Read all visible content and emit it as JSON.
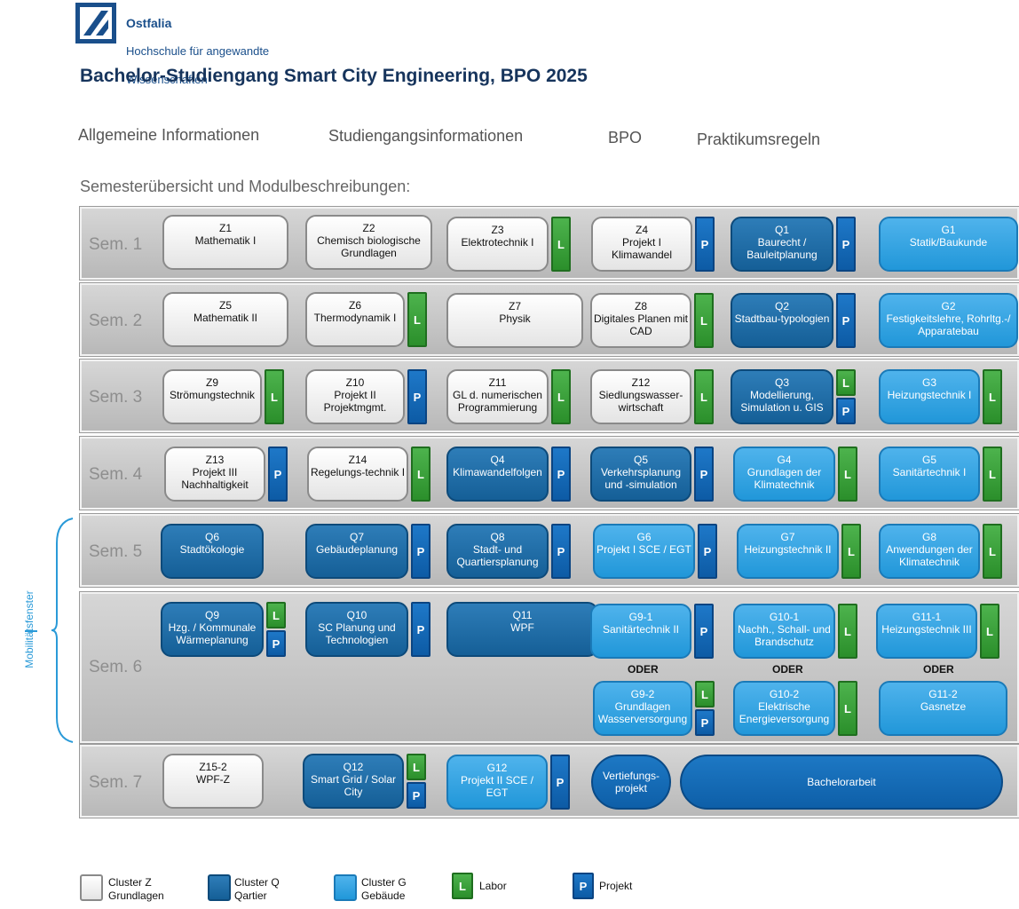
{
  "header": {
    "brand": "Ostfalia",
    "sub1": "Hochschule für angewandte",
    "sub2": "Wissenschaften",
    "title": "Bachelor-Studiengang Smart City Engineering, BPO 2025"
  },
  "nav": [
    "Allgemeine Informationen",
    "Studiengangsinformationen",
    "BPO",
    "Praktikumsregeln"
  ],
  "section_heading": "Semesterübersicht und Modulbeschreibungen:",
  "semesters": [
    "Sem. 1",
    "Sem. 2",
    "Sem. 3",
    "Sem. 4",
    "Sem. 5",
    "Sem. 6",
    "Sem. 7"
  ],
  "modules": [
    {
      "code": "Z1",
      "name": "Mathematik I",
      "cluster": "Z"
    },
    {
      "code": "Z2",
      "name": "Chemisch biologische Grundlagen",
      "cluster": "Z"
    },
    {
      "code": "Z3",
      "name": "Elektrotechnik I",
      "cluster": "Z",
      "badge": "L"
    },
    {
      "code": "Z4",
      "name": "Projekt I Klimawandel",
      "cluster": "Z",
      "badge": "P"
    },
    {
      "code": "Q1",
      "name": "Baurecht / Bauleitplanung",
      "cluster": "Q",
      "badge": "P"
    },
    {
      "code": "G1",
      "name": "Statik/Baukunde",
      "cluster": "G"
    },
    {
      "code": "Z5",
      "name": "Mathematik II",
      "cluster": "Z"
    },
    {
      "code": "Z6",
      "name": "Thermodynamik I",
      "cluster": "Z",
      "badge": "L"
    },
    {
      "code": "Z7",
      "name": "Physik",
      "cluster": "Z"
    },
    {
      "code": "Z8",
      "name": "Digitales Planen mit CAD",
      "cluster": "Z",
      "badge": "L"
    },
    {
      "code": "Q2",
      "name": "Stadtbau-typologien",
      "cluster": "Q",
      "badge": "P"
    },
    {
      "code": "G2",
      "name": "Festigkeitslehre, Rohrltg.-/ Apparatebau",
      "cluster": "G"
    },
    {
      "code": "Z9",
      "name": "Strömungstechnik",
      "cluster": "Z",
      "badge": "L"
    },
    {
      "code": "Z10",
      "name": "Projekt II Projektmgmt.",
      "cluster": "Z",
      "badge": "P"
    },
    {
      "code": "Z11",
      "name": "GL d. numerischen Programmierung",
      "cluster": "Z",
      "badge": "L"
    },
    {
      "code": "Z12",
      "name": "Siedlungswasser-wirtschaft",
      "cluster": "Z",
      "badge": "L"
    },
    {
      "code": "Q3",
      "name": "Modellierung, Simulation u. GIS",
      "cluster": "Q",
      "badge": "LP"
    },
    {
      "code": "G3",
      "name": "Heizungstechnik I",
      "cluster": "G",
      "badge": "L"
    },
    {
      "code": "Z13",
      "name": "Projekt III Nachhaltigkeit",
      "cluster": "Z",
      "badge": "P"
    },
    {
      "code": "Z14",
      "name": "Regelungs-technik I",
      "cluster": "Z",
      "badge": "L"
    },
    {
      "code": "Q4",
      "name": "Klimawandelfolgen",
      "cluster": "Q",
      "badge": "P"
    },
    {
      "code": "Q5",
      "name": "Verkehrsplanung und -simulation",
      "cluster": "Q",
      "badge": "P"
    },
    {
      "code": "G4",
      "name": "Grundlagen der Klimatechnik",
      "cluster": "G",
      "badge": "L"
    },
    {
      "code": "G5",
      "name": "Sanitärtechnik I",
      "cluster": "G",
      "badge": "L"
    },
    {
      "code": "Q6",
      "name": "Stadtökologie",
      "cluster": "Q"
    },
    {
      "code": "Q7",
      "name": "Gebäudeplanung",
      "cluster": "Q",
      "badge": "P"
    },
    {
      "code": "Q8",
      "name": "Stadt- und Quartiersplanung",
      "cluster": "Q",
      "badge": "P"
    },
    {
      "code": "G6",
      "name": "Projekt I SCE / EGT",
      "cluster": "G",
      "badge": "P"
    },
    {
      "code": "G7",
      "name": "Heizungstechnik II",
      "cluster": "G",
      "badge": "L"
    },
    {
      "code": "G8",
      "name": "Anwendungen der Klimatechnik",
      "cluster": "G",
      "badge": "L"
    },
    {
      "code": "Q9",
      "name": "Hzg. / Kommunale Wärmeplanung",
      "cluster": "Q",
      "badge": "LP"
    },
    {
      "code": "Q10",
      "name": "SC Planung und Technologien",
      "cluster": "Q",
      "badge": "P"
    },
    {
      "code": "Q11",
      "name": "WPF",
      "cluster": "Q"
    },
    {
      "code": "G9-1",
      "name": "Sanitärtechnik II",
      "cluster": "G",
      "badge": "P"
    },
    {
      "code": "G10-1",
      "name": "Nachh., Schall- und Brandschutz",
      "cluster": "G",
      "badge": "L"
    },
    {
      "code": "G11-1",
      "name": "Heizungstechnik III",
      "cluster": "G",
      "badge": "L"
    },
    {
      "code": "G9-2",
      "name": "Grundlagen Wasserversorgung",
      "cluster": "G",
      "badge": "LP"
    },
    {
      "code": "G10-2",
      "name": "Elektrische Energieversorgung",
      "cluster": "G",
      "badge": "L"
    },
    {
      "code": "G11-2",
      "name": "Gasnetze",
      "cluster": "G"
    },
    {
      "code": "Z15-2",
      "name": "WPF-Z",
      "cluster": "Z"
    },
    {
      "code": "Q12",
      "name": "Smart Grid / Solar City",
      "cluster": "Q",
      "badge": "LP"
    },
    {
      "code": "G12",
      "name": "Projekt II SCE / EGT",
      "cluster": "G",
      "badge": "P"
    },
    {
      "code": "",
      "name": "Vertiefungs-projekt",
      "cluster": "BA"
    },
    {
      "code": "",
      "name": "Bachelorarbeit",
      "cluster": "BA"
    }
  ],
  "badge_labels": {
    "L": "L",
    "P": "P"
  },
  "oder_label": "ODER",
  "mobility_label": "Mobilitätsfenster",
  "legend": [
    {
      "label": "Cluster Z\nGrundlagen"
    },
    {
      "label": "Cluster Q\nQartier"
    },
    {
      "label": "Cluster G\nGebäude"
    },
    {
      "label": "Labor"
    },
    {
      "label": "Projekt"
    }
  ],
  "colors": {
    "Z": "#eeeeee",
    "Q": "#1f6fa9",
    "G": "#2aa3e3",
    "L": "#3aa13a",
    "P": "#1467b5"
  }
}
